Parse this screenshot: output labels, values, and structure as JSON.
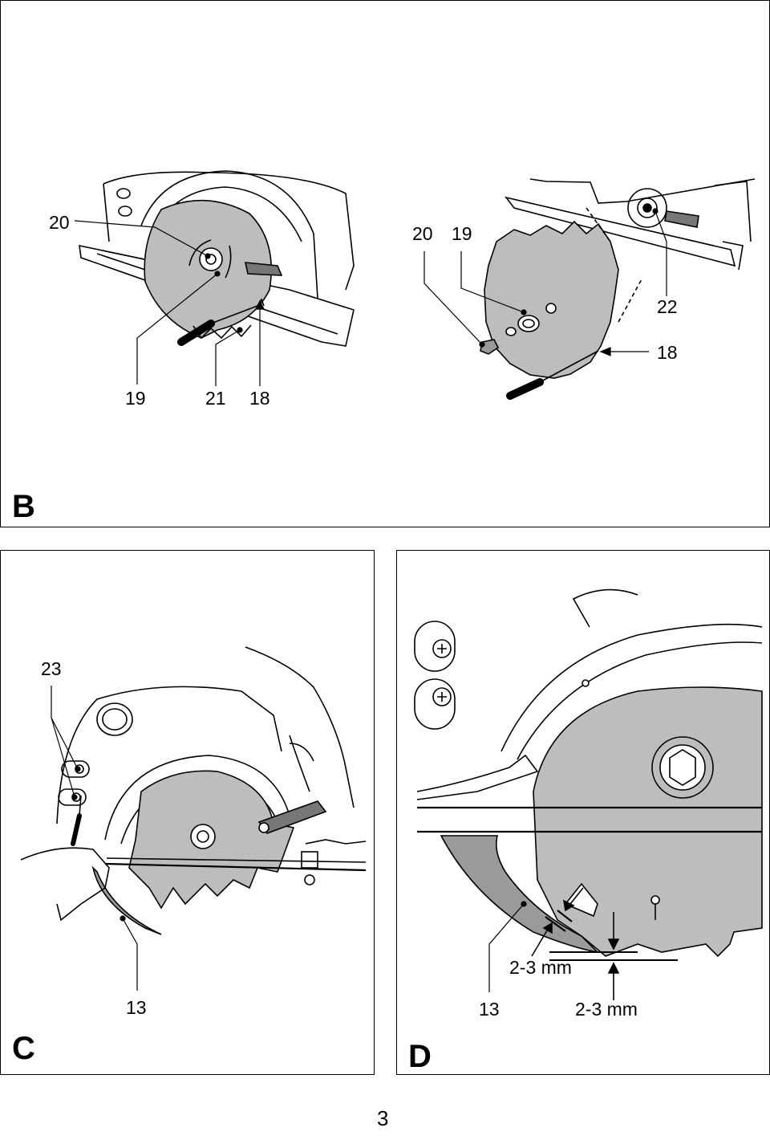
{
  "figures": {
    "B": {
      "letter": "B",
      "callouts_left": {
        "c20": "20",
        "c19": "19",
        "c21": "21",
        "c18": "18"
      },
      "callouts_right": {
        "c20": "20",
        "c19": "19",
        "c22": "22",
        "c18": "18"
      }
    },
    "C": {
      "letter": "C",
      "callouts": {
        "c23": "23",
        "c13": "13"
      }
    },
    "D": {
      "letter": "D",
      "callouts": {
        "c13": "13",
        "gap1": "2-3 mm",
        "gap2": "2-3 mm"
      }
    }
  },
  "page_number": "3"
}
